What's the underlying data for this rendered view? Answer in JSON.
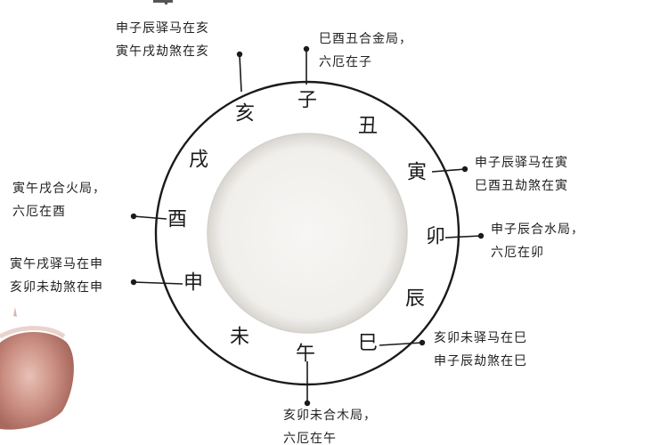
{
  "branches": {
    "zi": "子",
    "chou": "丑",
    "yin": "寅",
    "mao": "卯",
    "chen": "辰",
    "si": "巳",
    "wu": "午",
    "wei": "未",
    "shen": "申",
    "you": "酉",
    "xu": "戌",
    "hai": "亥"
  },
  "annotations": {
    "hai": {
      "line1": "申子辰驿马在亥",
      "line2": "寅午戌劫煞在亥"
    },
    "zi": {
      "line1": "巳酉丑合金局，",
      "line2": "六厄在子"
    },
    "yin": {
      "line1": "申子辰驿马在寅",
      "line2": "巳酉丑劫煞在寅"
    },
    "mao": {
      "line1": "申子辰合水局，",
      "line2": "六厄在卯"
    },
    "si": {
      "line1": "亥卯未驿马在巳",
      "line2": "申子辰劫煞在巳"
    },
    "wu": {
      "line1": "亥卯未合木局，",
      "line2": "六厄在午"
    },
    "you": {
      "line1": "寅午戌合火局，",
      "line2": "六厄在酉"
    },
    "shen": {
      "line1": "寅午戌驿马在申",
      "line2": "亥卯未劫煞在申"
    }
  },
  "colors": {
    "ring": "#1a1a1a",
    "inner_disc": "#f4f3f1",
    "inner_edge": "#d4d1cc",
    "thumb": "#c8938a"
  }
}
